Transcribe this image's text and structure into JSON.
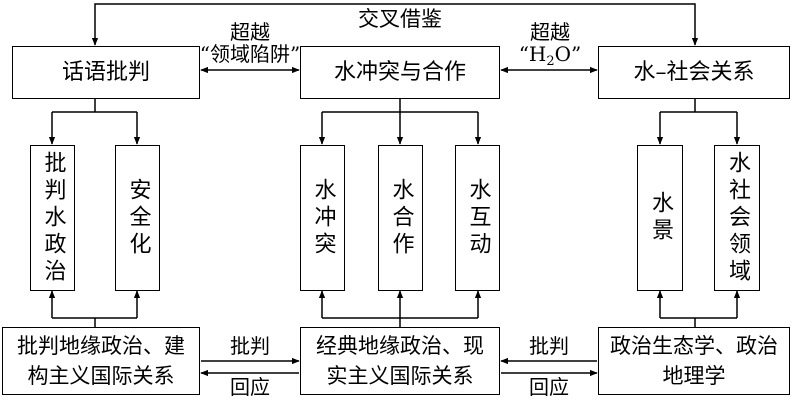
{
  "cross_reference_label": "交叉借鉴",
  "top_row": {
    "left": {
      "title": "话语批判"
    },
    "center": {
      "title": "水冲突与合作"
    },
    "right": {
      "title": "水–社会关系"
    }
  },
  "links_top": {
    "left_center": {
      "line1": "超越",
      "line2": "“领域陷阱”"
    },
    "center_right": {
      "line1": "超越",
      "h2o_prefix": "“H",
      "h2o_sub": "2",
      "h2o_suffix": "O”"
    }
  },
  "middle_row": {
    "left": [
      "批判水政治",
      "安全化"
    ],
    "center": [
      "水冲突",
      "水合作",
      "水互动"
    ],
    "right": [
      "水景",
      "水社会领域"
    ]
  },
  "bottom_row": {
    "left": {
      "lines": [
        "批判地缘政治、建",
        "构主义国际关系"
      ]
    },
    "center": {
      "lines": [
        "经典地缘政治、现",
        "实主义国际关系"
      ]
    },
    "right": {
      "lines": [
        "政治生态学、政治",
        "地理学"
      ]
    }
  },
  "links_bottom": {
    "left_center": {
      "upper": "批判",
      "lower": "回应"
    },
    "center_right": {
      "upper": "批判",
      "lower": "回应"
    }
  }
}
